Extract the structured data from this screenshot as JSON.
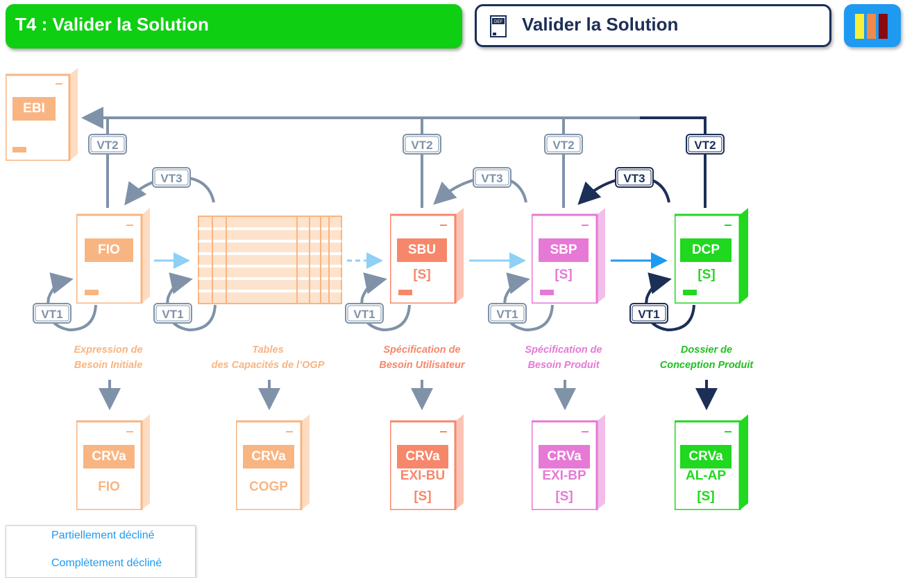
{
  "header": {
    "title": "T4 : Valider la Solution",
    "def_title": "Valider la Solution",
    "def_icon_label": "DEF"
  },
  "colors": {
    "green": "#0fcf12",
    "navy": "#1c2f57",
    "blue": "#1e9af0",
    "light_blue": "#8fd0f5",
    "peach": "#f8b582",
    "salmon": "#f7876b",
    "pink": "#e679d6",
    "bright_green": "#20d820",
    "grey_blue": "#7f92a8"
  },
  "documents": {
    "ebi": {
      "label": "EBI"
    },
    "fio": {
      "label": "FIO"
    },
    "sbu": {
      "label": "SBU",
      "sub": "[S]"
    },
    "sbp": {
      "label": "SBP",
      "sub": "[S]"
    },
    "dcp": {
      "label": "DCP",
      "sub": "[S]"
    },
    "crva_fio": {
      "label": "CRVa",
      "sub": "FIO"
    },
    "crva_cogp": {
      "label": "CRVa",
      "sub": "COGP"
    },
    "crva_exi_bu": {
      "label": "CRVa",
      "sub": "EXI-BU",
      "sub2": "[S]"
    },
    "crva_exi_bp": {
      "label": "CRVa",
      "sub": "EXI-BP",
      "sub2": "[S]"
    },
    "crva_al_ap": {
      "label": "CRVa",
      "sub": "AL-AP",
      "sub2": "[S]"
    }
  },
  "captions": {
    "fio": [
      "Expression de",
      "Besoin Initiale"
    ],
    "tables": [
      "Tables",
      "des Capacités de l’OGP"
    ],
    "sbu": [
      "Spécification de",
      "Besoin Utilisateur"
    ],
    "sbp": [
      "Spécification de",
      "Besoin Produit"
    ],
    "dcp": [
      "Dossier de",
      "Conception Produit"
    ]
  },
  "validation_tags": {
    "vt1": "VT1",
    "vt2": "VT2",
    "vt3": "VT3"
  },
  "legend": {
    "partial": "Partiellement décliné",
    "complete": "Complètement décliné"
  }
}
